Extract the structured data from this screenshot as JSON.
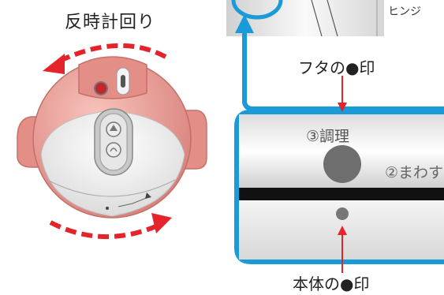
{
  "labels": {
    "counterclockwise": "反時計回り",
    "lid_mark": "フタの●印",
    "body_mark": "本体の●印",
    "hinge": "ヒンジ",
    "step_cook": "③調理",
    "step_turn": "②まわす"
  },
  "colors": {
    "accent_blue": "#1a9ad6",
    "arrow_red": "#e5232b",
    "pot_pink": "#e9948b",
    "pot_pink_dark": "#c86f68"
  },
  "icons": [
    "curved-arrow-ccw-icon",
    "curved-arrow-cw-icon",
    "pointer-arrow-icon",
    "lock-icon",
    "steam-icon"
  ]
}
